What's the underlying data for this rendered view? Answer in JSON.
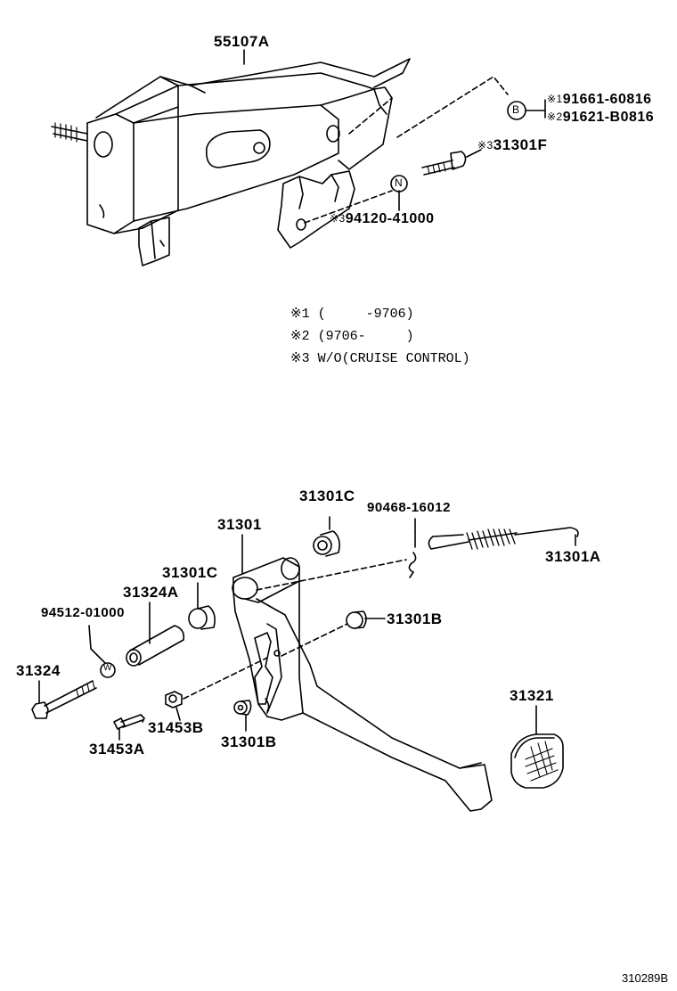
{
  "parts": {
    "p55107a": "55107A",
    "p91661_mark": "※1",
    "p91661": "91661-60816",
    "p91621_mark": "※2",
    "p91621": "91621-B0816",
    "p31301f_mark": "※3",
    "p31301f": "31301F",
    "p94120_mark": "※3",
    "p94120": "94120-41000",
    "p31301c_top": "31301C",
    "p90468": "90468-16012",
    "p31301": "31301",
    "p31301a": "31301A",
    "p31301c_left": "31301C",
    "p31324a": "31324A",
    "p94512": "94512-01000",
    "p31301b_right": "31301B",
    "p31324": "31324",
    "p31453b": "31453B",
    "p31301b_bottom": "31301B",
    "p31453a": "31453A",
    "p31321": "31321"
  },
  "callouts": {
    "b": "B",
    "n": "N",
    "w": "W"
  },
  "notes": {
    "n1": "※1 (     -9706)",
    "n2": "※2 (9706-     )",
    "n3": "※3 W/O(CRUISE CONTROL)"
  },
  "diagram_code": "310289B"
}
